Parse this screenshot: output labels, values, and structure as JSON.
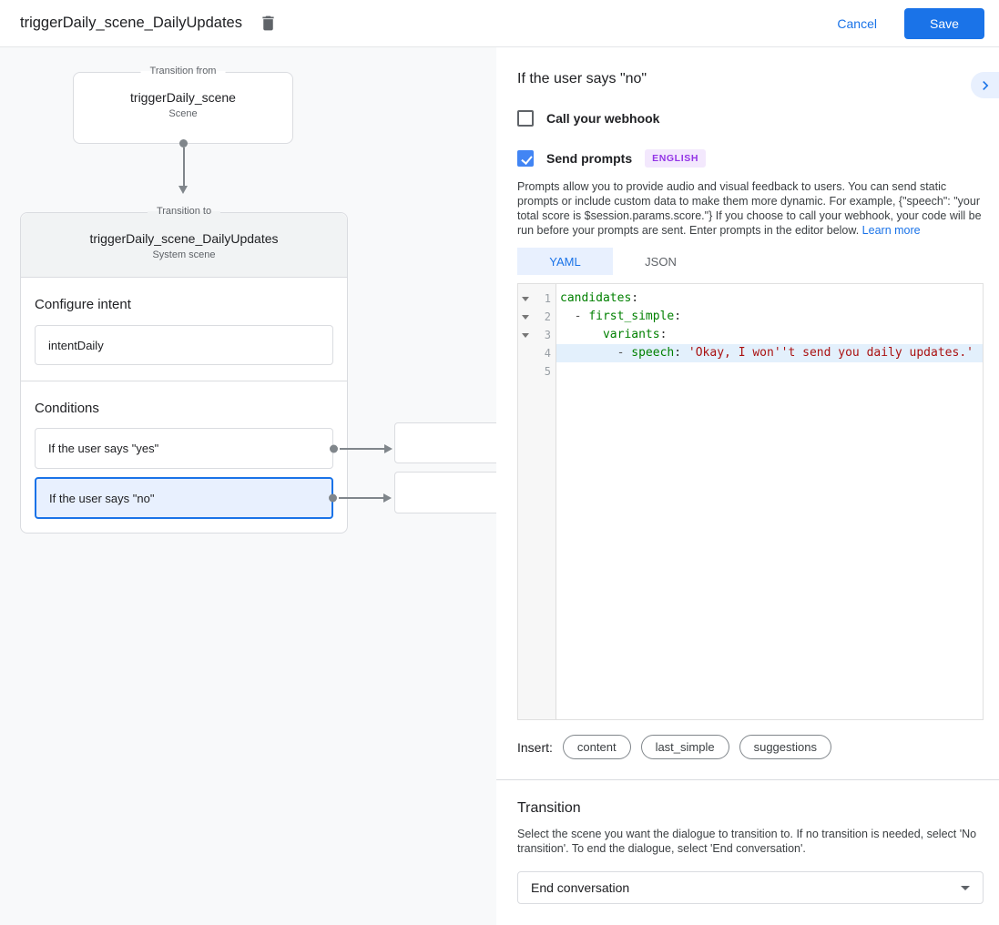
{
  "colors": {
    "accent": "#1a73e8",
    "checkbox_checked": "#4285f4",
    "badge_bg": "#f3e8fd",
    "badge_text": "#9334e6",
    "selected_condition_bg": "#e8f0fe",
    "code_key": "#008000",
    "code_string": "#aa1111",
    "active_line_bg": "#e3f0fc",
    "canvas_bg": "#f8f9fa"
  },
  "header": {
    "title": "triggerDaily_scene_DailyUpdates",
    "cancel_label": "Cancel",
    "save_label": "Save"
  },
  "diagram": {
    "from_box": {
      "legend": "Transition from",
      "title": "triggerDaily_scene",
      "subtitle": "Scene"
    },
    "to_box": {
      "legend": "Transition to",
      "title": "triggerDaily_scene_DailyUpdates",
      "subtitle": "System scene"
    },
    "intent_section": {
      "label": "Configure intent",
      "value": "intentDaily"
    },
    "conditions_section": {
      "label": "Conditions",
      "items": [
        {
          "label": "If the user says \"yes\"",
          "selected": false
        },
        {
          "label": "If the user says \"no\"",
          "selected": true
        }
      ]
    }
  },
  "panel": {
    "title": "If the user says \"no\"",
    "webhook_checkbox": {
      "label": "Call your webhook",
      "checked": false
    },
    "prompts_checkbox": {
      "label": "Send prompts",
      "checked": true
    },
    "language_badge": "ENGLISH",
    "description": "Prompts allow you to provide audio and visual feedback to users. You can send static prompts or include custom data to make them more dynamic. For example, {\"speech\": \"your total score is $session.params.score.\"} If you choose to call your webhook, your code will be run before your prompts are sent. Enter prompts in the editor below. ",
    "learn_more_label": "Learn more",
    "tabs": [
      {
        "label": "YAML",
        "active": true
      },
      {
        "label": "JSON",
        "active": false
      }
    ],
    "editor": {
      "lines": [
        {
          "number": "1",
          "fold": true,
          "active": false,
          "tokens": [
            {
              "t": "key",
              "v": "candidates"
            },
            {
              "t": "plain",
              "v": ":"
            }
          ]
        },
        {
          "number": "2",
          "fold": true,
          "active": false,
          "tokens": [
            {
              "t": "plain",
              "v": "  "
            },
            {
              "t": "meta",
              "v": "- "
            },
            {
              "t": "key",
              "v": "first_simple"
            },
            {
              "t": "plain",
              "v": ":"
            }
          ]
        },
        {
          "number": "3",
          "fold": true,
          "active": false,
          "tokens": [
            {
              "t": "plain",
              "v": "      "
            },
            {
              "t": "key",
              "v": "variants"
            },
            {
              "t": "plain",
              "v": ":"
            }
          ]
        },
        {
          "number": "4",
          "fold": false,
          "active": true,
          "tokens": [
            {
              "t": "plain",
              "v": "        "
            },
            {
              "t": "meta",
              "v": "- "
            },
            {
              "t": "key",
              "v": "speech"
            },
            {
              "t": "plain",
              "v": ": "
            },
            {
              "t": "str",
              "v": "'Okay, I won''t send you daily updates.'"
            }
          ]
        },
        {
          "number": "5",
          "fold": false,
          "active": false,
          "tokens": []
        }
      ]
    },
    "insert": {
      "label": "Insert:",
      "chips": [
        "content",
        "last_simple",
        "suggestions"
      ]
    },
    "transition": {
      "title": "Transition",
      "description": "Select the scene you want the dialogue to transition to. If no transition is needed, select 'No transition'. To end the dialogue, select 'End conversation'.",
      "selected_value": "End conversation"
    }
  }
}
